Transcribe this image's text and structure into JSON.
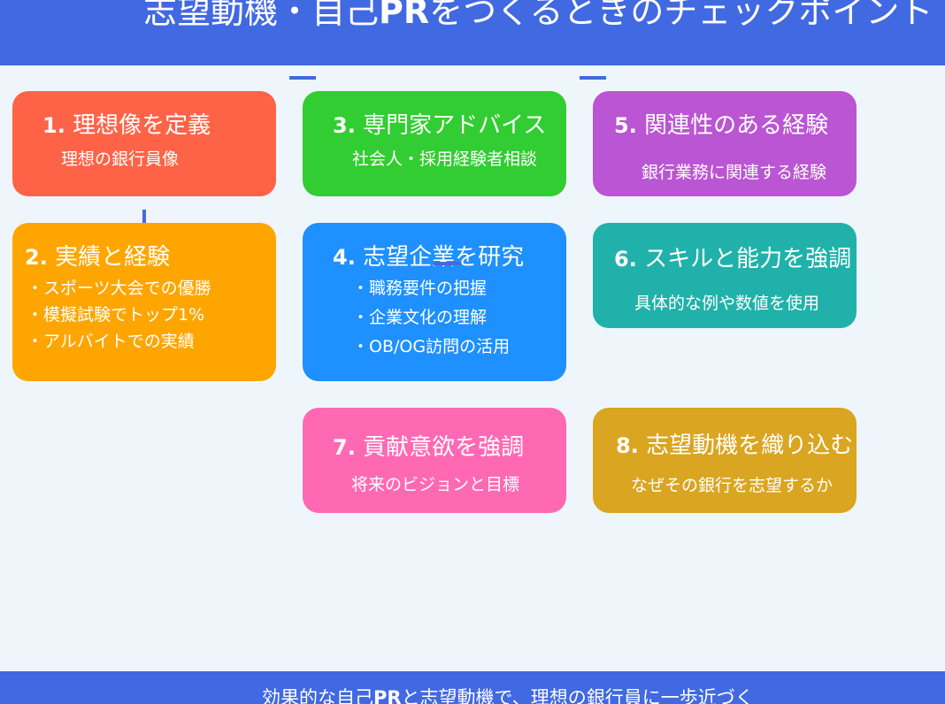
{
  "header": {
    "title_a": "志望動機・自己",
    "title_b": "PR",
    "title_c": "をつくるときのチェックポイント"
  },
  "cards": [
    {
      "num": "1.",
      "title": "理想像を定義",
      "sub": "理想の銀行員像",
      "color": "#ff6347"
    },
    {
      "num": "2.",
      "title": "実績と経験",
      "items": [
        "・スポーツ大会での優勝",
        "・模擬試験でトップ1%",
        "・アルバイトでの実績"
      ],
      "color": "#ffa500"
    },
    {
      "num": "3.",
      "title": "専門家アドバイス",
      "sub": "社会人・採用経験者相談",
      "color": "#32cd32"
    },
    {
      "num": "4.",
      "title": "志望企業を研究",
      "items": [
        "・職務要件の把握",
        "・企業文化の理解",
        "・OB/OG訪問の活用"
      ],
      "color": "#1e90ff"
    },
    {
      "num": "5.",
      "title": "関連性のある経験",
      "sub": "銀行業務に関連する経験",
      "color": "#ba55d3"
    },
    {
      "num": "6.",
      "title": "スキルと能力を強調",
      "sub": "具体的な例や数値を使用",
      "color": "#20b2aa"
    },
    {
      "num": "7.",
      "title": "貢献意欲を強調",
      "sub": "将来のビジョンと目標",
      "color": "#ff69b4"
    },
    {
      "num": "8.",
      "title": "志望動機を織り込む",
      "sub": "なぜその銀行を志望するか",
      "color": "#daa520"
    }
  ],
  "footer": {
    "text_a": "効果的な自己",
    "text_b": "PR",
    "text_c": "と志望動機で、理想の銀行員に一歩近づく"
  },
  "accent_color": "#4169e1",
  "background_color": "#eef6fb"
}
